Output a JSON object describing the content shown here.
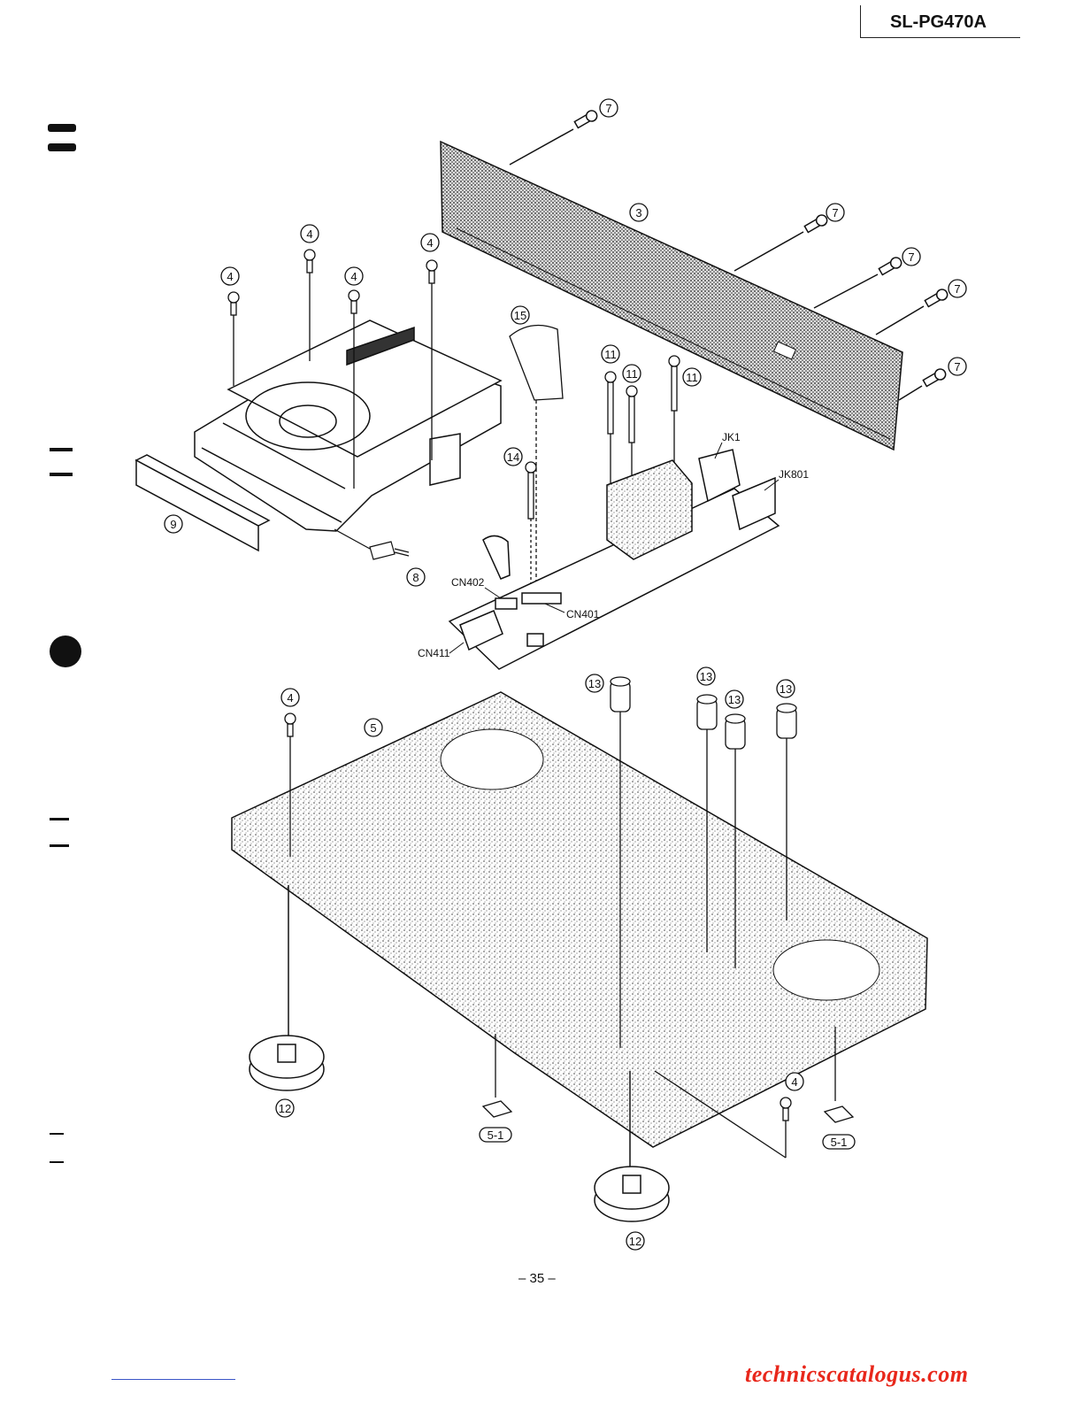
{
  "header": {
    "model": "SL-PG470A"
  },
  "footer": {
    "page_number": "– 35 –",
    "watermark": "technicscatalogus.com"
  },
  "callouts": {
    "c3": "3",
    "c4": "4",
    "c5": "5",
    "c51": "5-1",
    "c7": "7",
    "c8": "8",
    "c9": "9",
    "c11": "11",
    "c12": "12",
    "c13": "13",
    "c14": "14",
    "c15": "15"
  },
  "refs": {
    "jk1": "JK1",
    "jk801": "JK801",
    "cn401": "CN401",
    "cn402": "CN402",
    "cn411": "CN411"
  },
  "colors": {
    "ink": "#111111",
    "watermark": "#e8271b",
    "footer_line": "#3a55c8"
  }
}
